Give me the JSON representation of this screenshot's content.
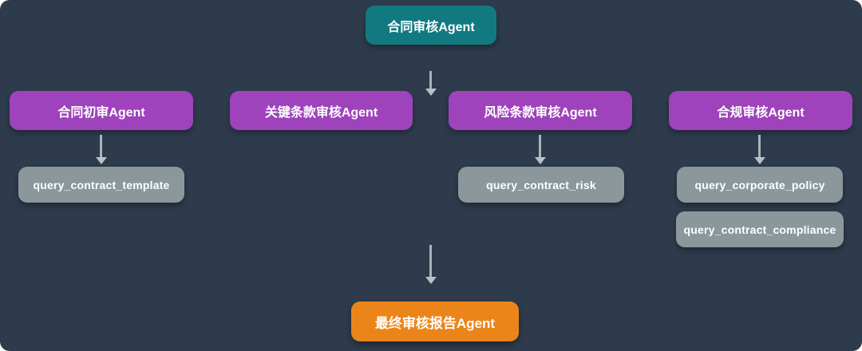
{
  "diagram": {
    "background_color": "#2d3b4c",
    "arrow_color": "#b7c2c5",
    "tool_color": "#8b979a",
    "root": {
      "label": "合同审核Agent",
      "color": "#117a80"
    },
    "agents": [
      {
        "label": "合同初审Agent",
        "color": "#9e43bb",
        "tools": [
          "query_contract_template"
        ]
      },
      {
        "label": "关键条款审核Agent",
        "color": "#9e43bb",
        "tools": []
      },
      {
        "label": "风险条款审核Agent",
        "color": "#9e43bb",
        "tools": [
          "query_contract_risk"
        ]
      },
      {
        "label": "合规审核Agent",
        "color": "#9e43bb",
        "tools": [
          "query_corporate_policy",
          "query_contract_compliance"
        ]
      }
    ],
    "final": {
      "label": "最终审核报告Agent",
      "color": "#ec8519"
    }
  }
}
